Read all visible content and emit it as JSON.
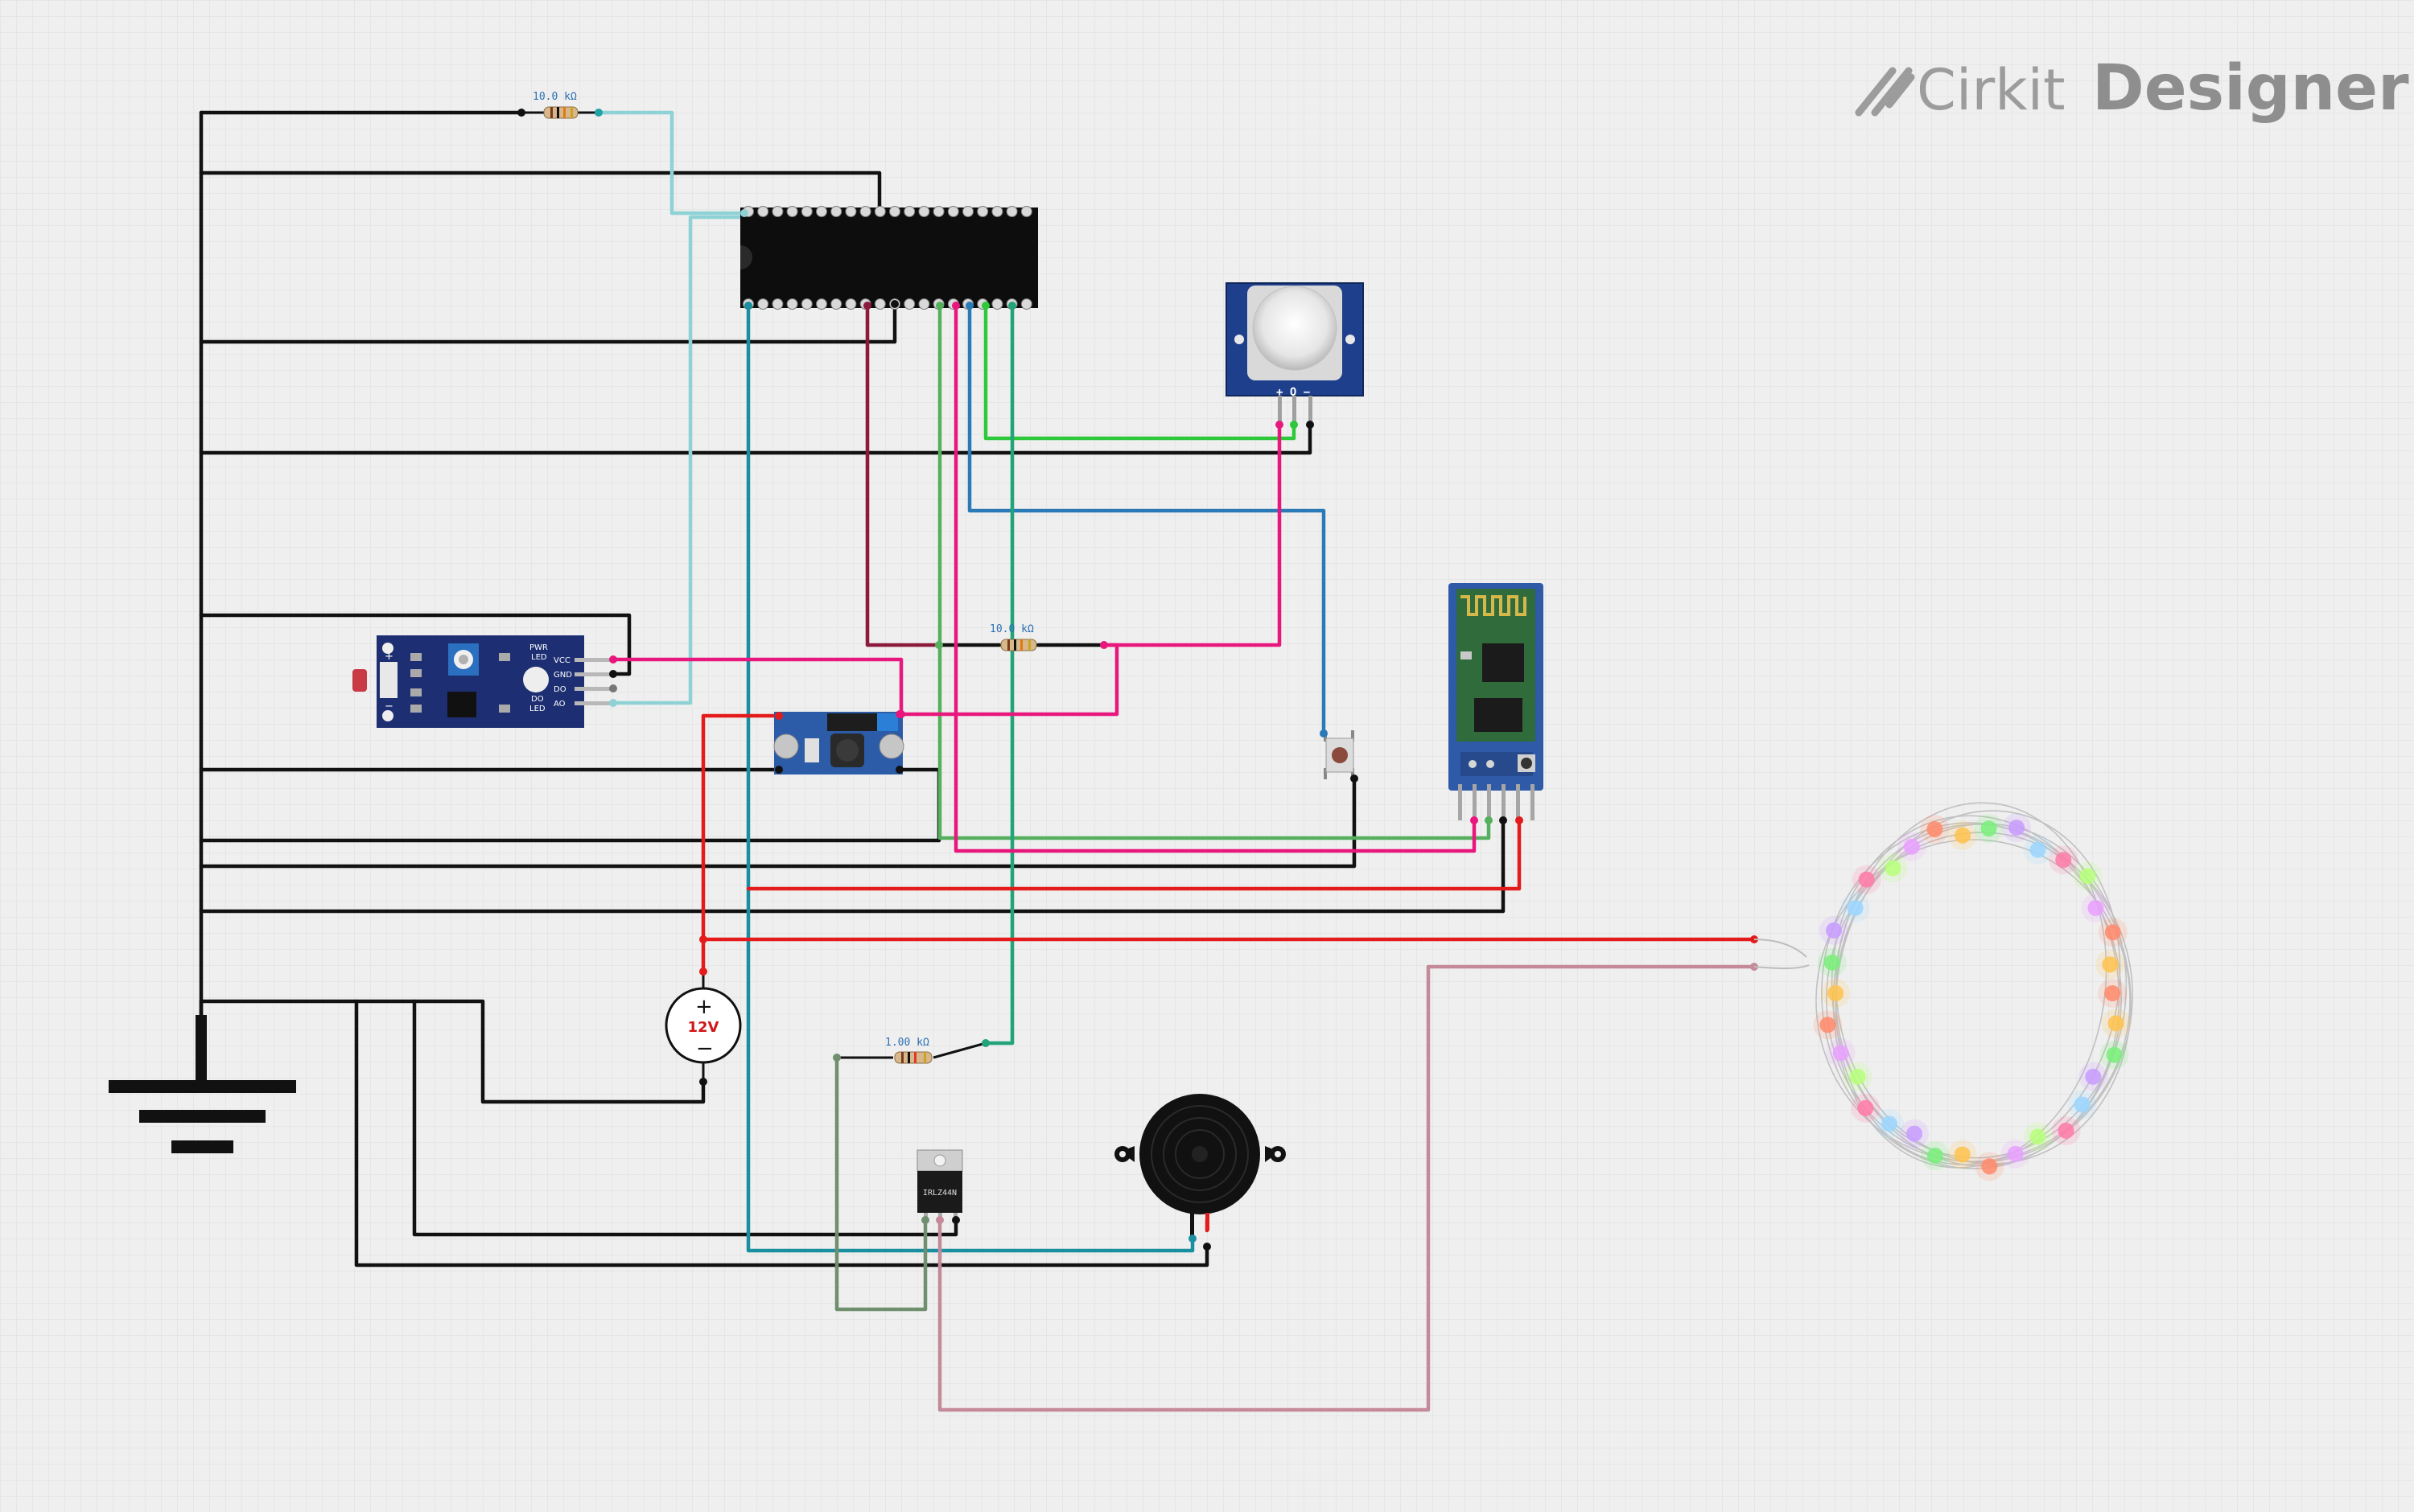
{
  "brand": {
    "name_light": "Cirkit",
    "name_bold": "Designer",
    "icon": "cirkit-logo-icon"
  },
  "components": {
    "resistor_top": {
      "label": "10.0 kΩ"
    },
    "resistor_mid": {
      "label": "10.0 kΩ"
    },
    "resistor_low": {
      "label": "1.00 kΩ"
    },
    "power_supply": {
      "label": "12V",
      "plus": "+",
      "minus": "−"
    },
    "pir_sensor": {
      "pins": "+ O −"
    },
    "mosfet": {
      "label": "IRLZ44N"
    },
    "ldr_module": {
      "pwr_led": "PWR\nLED",
      "do_led": "DO\nLED",
      "pins": [
        "VCC",
        "GND",
        "DO",
        "AO"
      ],
      "plus": "+",
      "minus": "−"
    }
  },
  "colors": {
    "black": "#111111",
    "red": "#e31b1b",
    "pink": "#e8177d",
    "green": "#2ec83a",
    "teal": "#1a8fa0",
    "lightblue": "#8fd2d6",
    "blue": "#2a7ab8",
    "maroon": "#8b1a3c",
    "olive": "#6f8f6f",
    "mauve": "#c48a9a",
    "medgreen": "#55b05e"
  }
}
